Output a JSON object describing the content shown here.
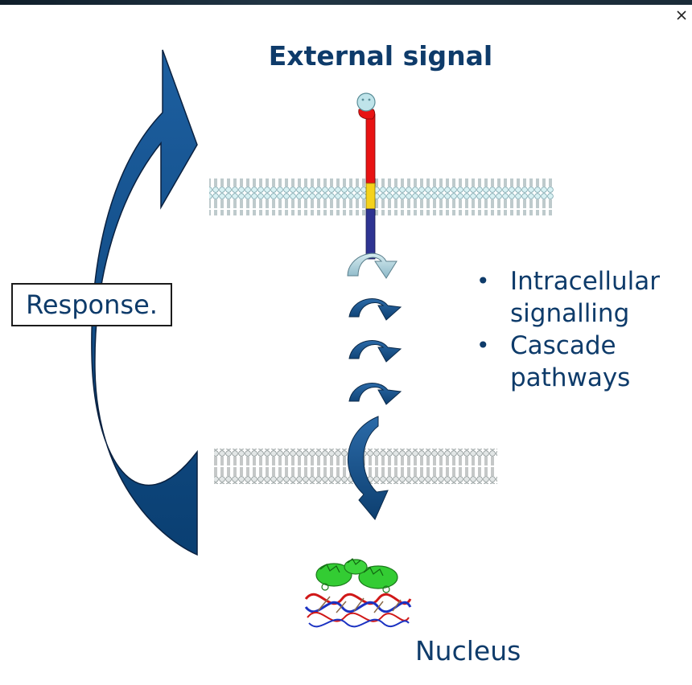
{
  "title": "External signal",
  "response_label": "Response.",
  "bullets": [
    "Intracellular signalling",
    "Cascade pathways"
  ],
  "nucleus_label": "Nucleus",
  "colors": {
    "text": "#0e3b6a",
    "arrow": "#1a5591",
    "receptor_outer": "#e81313",
    "receptor_mid": "#f4d21c",
    "receptor_inner": "#2e3492",
    "membrane": "#bfe5ea",
    "membrane_lower": "#c7cfcf",
    "protein": "#33cc33",
    "dna_red": "#d01818",
    "dna_blue": "#1b32c2"
  },
  "icons": [
    "close-icon"
  ]
}
